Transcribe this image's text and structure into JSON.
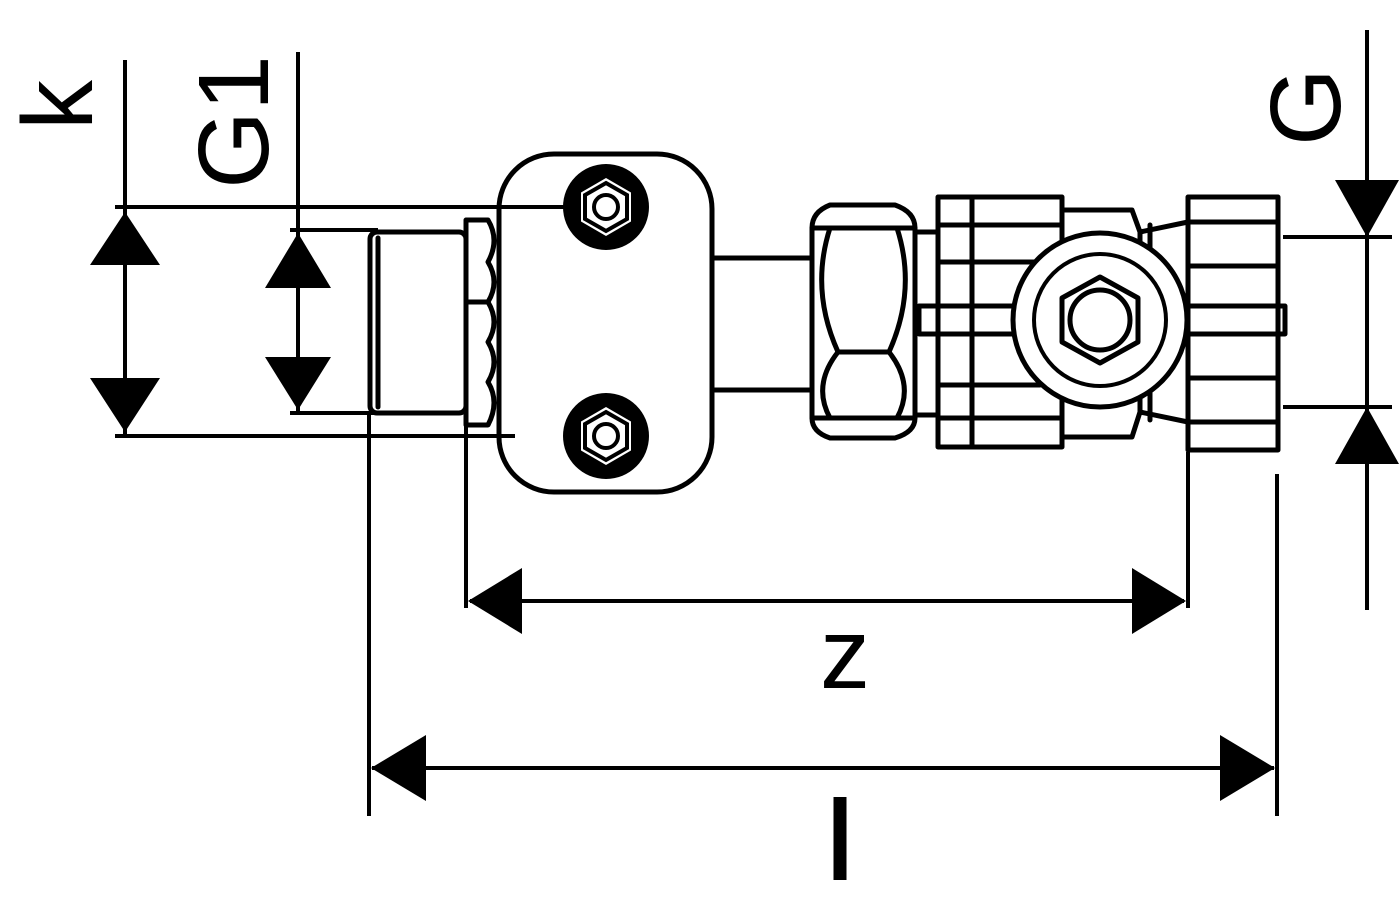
{
  "labels": {
    "k": "k",
    "g1": "G1",
    "g": "G",
    "z": "z",
    "l": "l"
  }
}
